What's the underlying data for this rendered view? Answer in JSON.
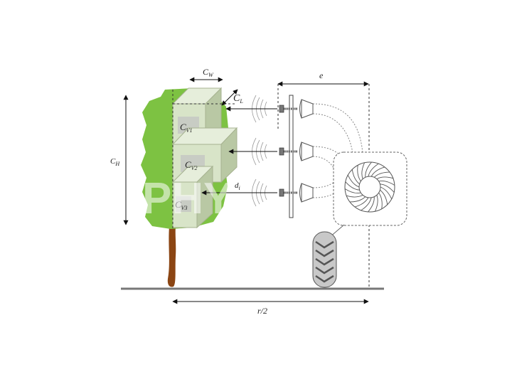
{
  "labels": {
    "cw": "C",
    "cw_sub": "W",
    "cl": "C",
    "cl_sub": "L",
    "ch": "C",
    "ch_sub": "H",
    "cv1": "C",
    "cv1_sub": "V1",
    "cv2": "C",
    "cv2_sub": "V2",
    "cv3": "C",
    "cv3_sub": "V3",
    "di": "d",
    "di_sub": "i",
    "e": "e",
    "r2": "r/2"
  },
  "watermark": "PHY",
  "colors": {
    "foliage": "#7dc242",
    "cube_front": "#d8e4c8",
    "cube_side": "#b9c8a4",
    "cube_top": "#e6eedb",
    "trunk": "#8b4513",
    "ground": "#777777"
  }
}
